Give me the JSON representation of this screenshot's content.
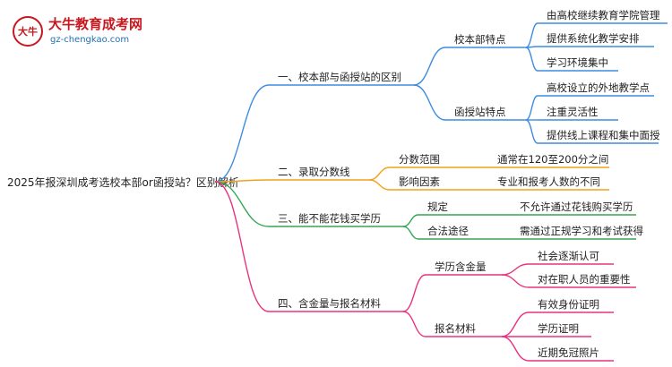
{
  "header": {
    "logo_text": "大牛",
    "brand_name": "大牛教育成考网",
    "site_url": "gz-chengkao.com"
  },
  "mindmap": {
    "root": "2025年报深圳成考选校本部or函授站？区别解析",
    "branches": [
      {
        "label": "一、校本部与函授站的区别",
        "color": "#3d8be0",
        "children": [
          {
            "label": "校本部特点",
            "leaves": [
              "由高校继续教育学院管理",
              "提供系统化教学安排",
              "学习环境集中"
            ]
          },
          {
            "label": "函授站特点",
            "leaves": [
              "高校设立的外地教学点",
              "注重灵活性",
              "提供线上课程和集中面授"
            ]
          }
        ]
      },
      {
        "label": "二、录取分数线",
        "color": "#f0a21c",
        "children": [
          {
            "label": "分数范围",
            "leaves": [
              "通常在120至200分之间"
            ]
          },
          {
            "label": "影响因素",
            "leaves": [
              "专业和报考人数的不同"
            ]
          }
        ]
      },
      {
        "label": "三、能不能花钱买学历",
        "color": "#33a651",
        "children": [
          {
            "label": "规定",
            "leaves": [
              "不允许通过花钱购买学历"
            ]
          },
          {
            "label": "合法途径",
            "leaves": [
              "需通过正规学习和考试获得"
            ]
          }
        ]
      },
      {
        "label": "四、含金量与报名材料",
        "color": "#e8337f",
        "children": [
          {
            "label": "学历含金量",
            "leaves": [
              "社会逐渐认可",
              "对在职人员的重要性"
            ]
          },
          {
            "label": "报名材料",
            "leaves": [
              "有效身份证明",
              "学历证明",
              "近期免冠照片"
            ]
          }
        ]
      }
    ]
  }
}
